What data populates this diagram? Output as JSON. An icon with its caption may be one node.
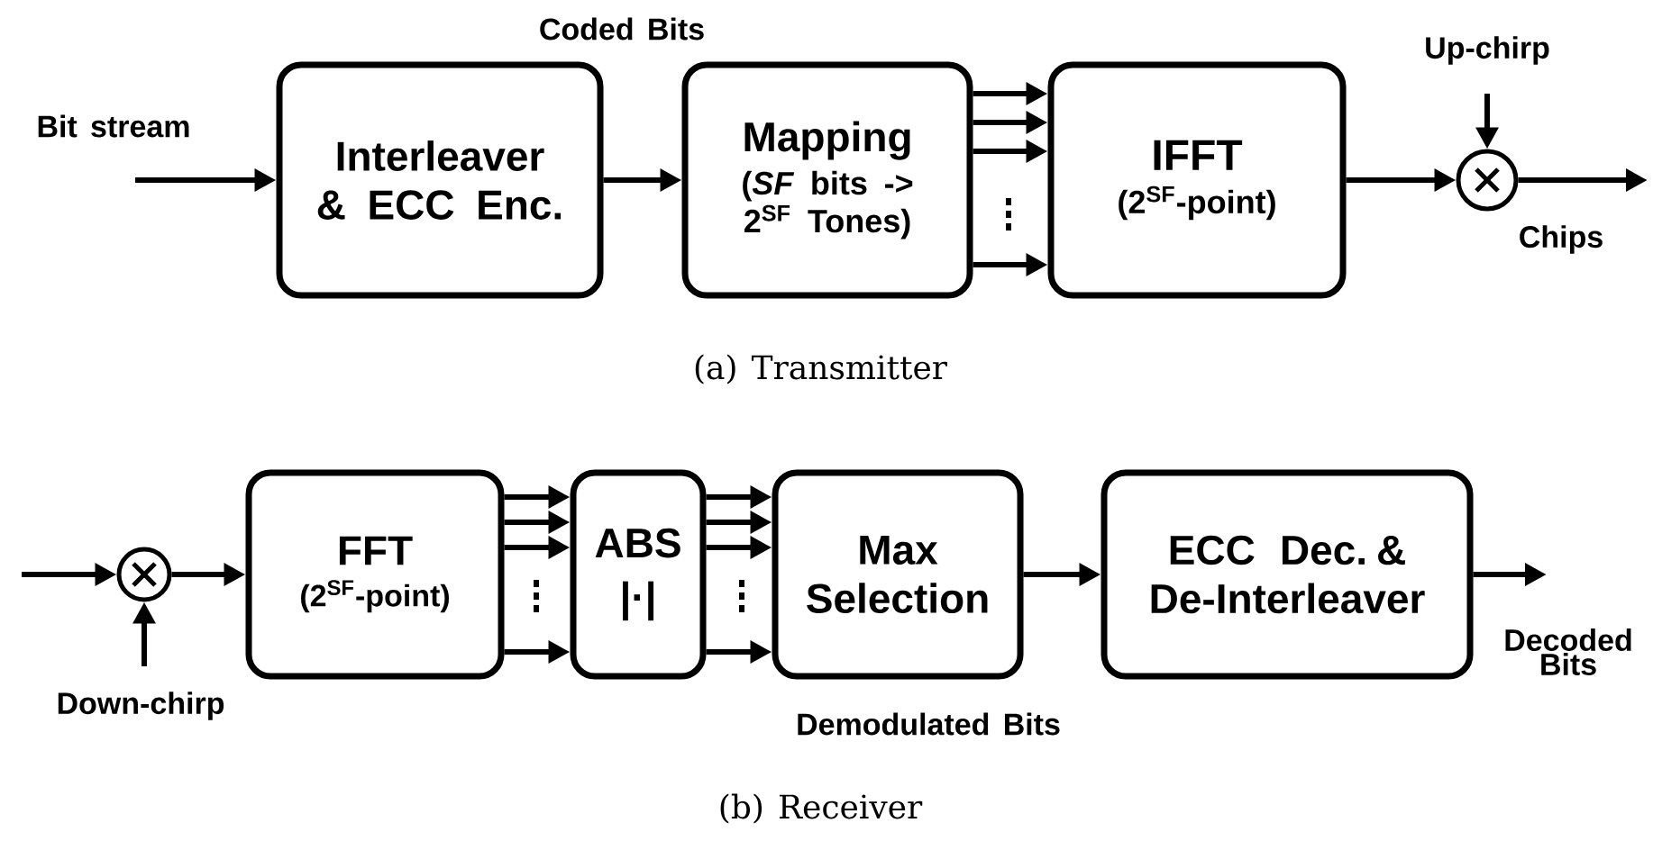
{
  "diagram": {
    "nodes": [
      {
        "text": [
          "Interleaver & ECC Enc."
        ]
      },
      {
        "text": [
          "Mapping",
          "(*SF* bits -> 2$^{SF}$ Tones)"
        ]
      },
      {
        "text": [
          "IFFT",
          "(2$^{SF}$-point)"
        ]
      },
      {
        "text": [],
        "shape": "circle"
      },
      {
        "text": [
          "FFT",
          "(2$^{SF}$-point)"
        ]
      },
      {
        "text": [
          "ABS",
          "|·|"
        ]
      },
      {
        "text": [
          "Max Selection"
        ]
      },
      {
        "text": [
          "ECC Dec. & De-Interleaver"
        ]
      },
      {
        "text": [],
        "shape": "circle"
      }
    ],
    "edges": [
      {
        "from": null,
        "to": 0,
        "arrow": "to",
        "label": "Bit stream"
      },
      {
        "from": 0,
        "to": 1,
        "arrow": "to",
        "label": "Coded Bits"
      },
      {
        "from": 1,
        "to": 2,
        "arrow": "to"
      },
      {
        "from": 1,
        "to": 2,
        "arrow": "to"
      },
      {
        "from": 1,
        "to": 2,
        "arrow": "to"
      },
      {
        "from": 1,
        "to": 2,
        "arrow": "to"
      },
      {
        "from": 2,
        "to": 3,
        "arrow": "to"
      },
      {
        "from": null,
        "to": 3,
        "arrow": "to",
        "label": "Up-chirp"
      },
      {
        "from": 3,
        "to": null,
        "arrow": "to",
        "label": "Chips"
      },
      {
        "from": null,
        "to": 8,
        "arrow": "to"
      },
      {
        "from": null,
        "to": 8,
        "arrow": "to",
        "label": "Down-chirp"
      },
      {
        "from": 8,
        "to": 4,
        "arrow": "to"
      },
      {
        "from": 4,
        "to": 5,
        "arrow": "to"
      },
      {
        "from": 4,
        "to": 5,
        "arrow": "to"
      },
      {
        "from": 4,
        "to": 5,
        "arrow": "to"
      },
      {
        "from": 4,
        "to": 5,
        "arrow": "to"
      },
      {
        "from": 5,
        "to": 6,
        "arrow": "to"
      },
      {
        "from": 5,
        "to": 6,
        "arrow": "to"
      },
      {
        "from": 5,
        "to": 6,
        "arrow": "to"
      },
      {
        "from": 5,
        "to": 6,
        "arrow": "to"
      },
      {
        "from": 6,
        "to": 7,
        "arrow": "to",
        "label": "Demodulated Bits"
      },
      {
        "from": 7,
        "to": null,
        "arrow": "to",
        "label": "Decoded Bits"
      }
    ],
    "labels": [
      "(a) Transmitter",
      "(b) Receiver"
    ]
  }
}
